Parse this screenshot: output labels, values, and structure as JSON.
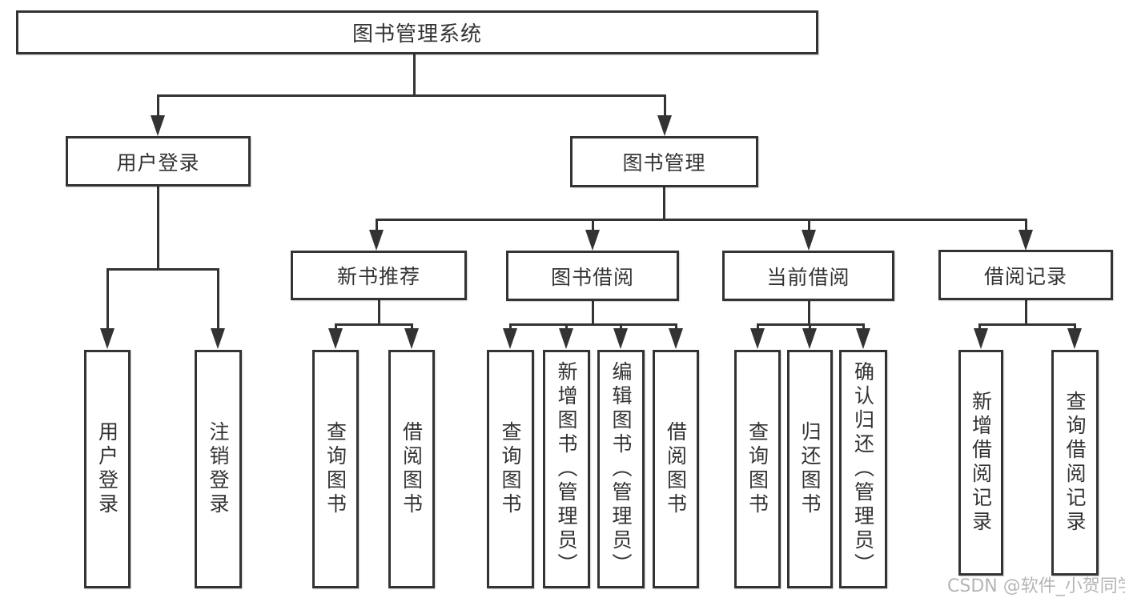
{
  "diagram": {
    "root": "图书管理系统",
    "login": {
      "label": "用户登录",
      "children": [
        "用户登录",
        "注销登录"
      ]
    },
    "mgmt": {
      "label": "图书管理",
      "groups": [
        {
          "label": "新书推荐",
          "children": [
            "查询图书",
            "借阅图书"
          ]
        },
        {
          "label": "图书借阅",
          "children": [
            "查询图书",
            "新增图书（管理员）",
            "编辑图书（管理员）",
            "借阅图书"
          ]
        },
        {
          "label": "当前借阅",
          "children": [
            "查询图书",
            "归还图书",
            "确认归还（管理员）"
          ]
        },
        {
          "label": "借阅记录",
          "children": [
            "新增借阅记录",
            "查询借阅记录"
          ]
        }
      ]
    },
    "colors": {
      "line": "#333333",
      "text": "#333333",
      "watermark": "#b5b5b5"
    }
  },
  "watermark": "CSDN @软件_小贺同学"
}
